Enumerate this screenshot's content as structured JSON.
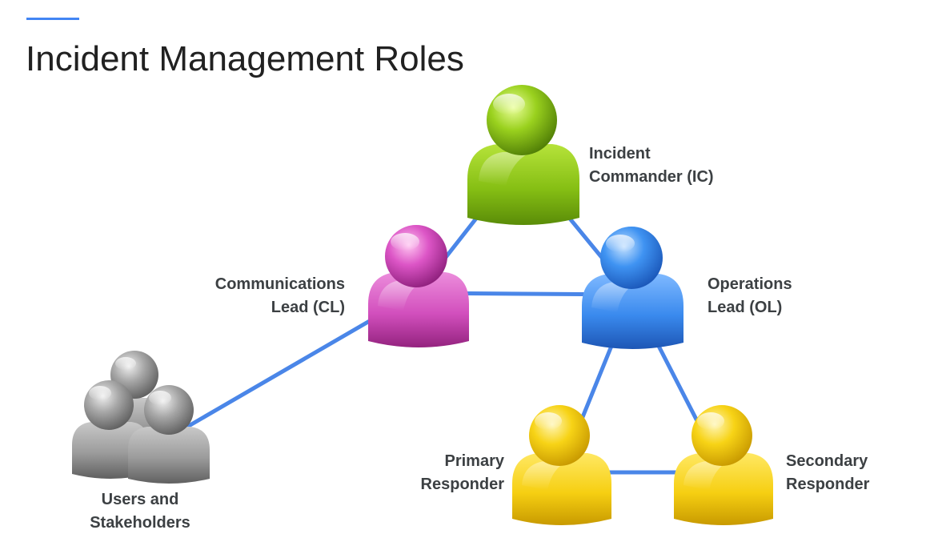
{
  "slide": {
    "title": "Incident Management Roles",
    "accent_color": "#4285f4"
  },
  "connector_color": "#4a86e8",
  "roles": {
    "ic": {
      "line1": "Incident",
      "line2": "Commander (IC)",
      "color": "#8cc21e",
      "icon": "person-icon"
    },
    "cl": {
      "line1": "Communications",
      "line2": "Lead (CL)",
      "color": "#d94fc3",
      "icon": "person-icon"
    },
    "ol": {
      "line1": "Operations",
      "line2": "Lead (OL)",
      "color": "#3b8ff0",
      "icon": "person-icon"
    },
    "primary": {
      "line1": "Primary",
      "line2": "Responder",
      "color": "#f6d21e",
      "icon": "person-icon"
    },
    "secondary": {
      "line1": "Secondary",
      "line2": "Responder",
      "color": "#f6d21e",
      "icon": "person-icon"
    },
    "users": {
      "line1": "Users and",
      "line2": "Stakeholders",
      "color": "#9a9a9a",
      "icon": "people-group-icon"
    }
  },
  "connections": [
    [
      "ic",
      "cl"
    ],
    [
      "ic",
      "ol"
    ],
    [
      "cl",
      "ol"
    ],
    [
      "cl",
      "users"
    ],
    [
      "ol",
      "primary"
    ],
    [
      "ol",
      "secondary"
    ],
    [
      "primary",
      "secondary"
    ]
  ]
}
